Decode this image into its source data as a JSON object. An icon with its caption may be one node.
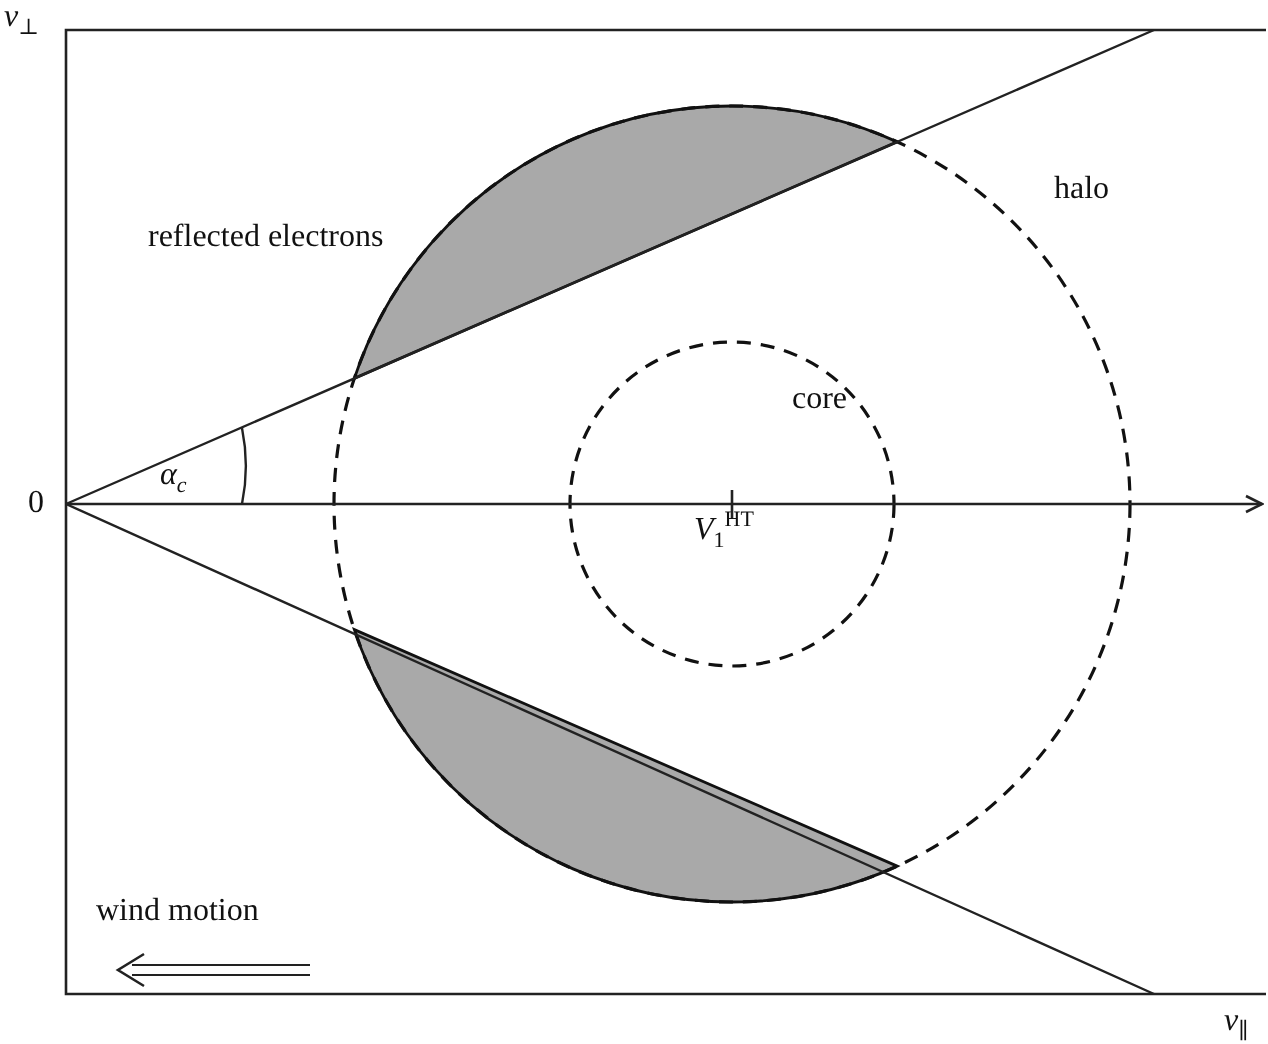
{
  "diagram": {
    "labels": [
      "*v*$_{⊥}$",
      "reflected electrons",
      "halo",
      "core",
      "0",
      "*α*$_{c}$",
      "*V*$_{1}$$^{HT}$",
      "wind motion",
      "*v*$_{∥}$"
    ]
  }
}
